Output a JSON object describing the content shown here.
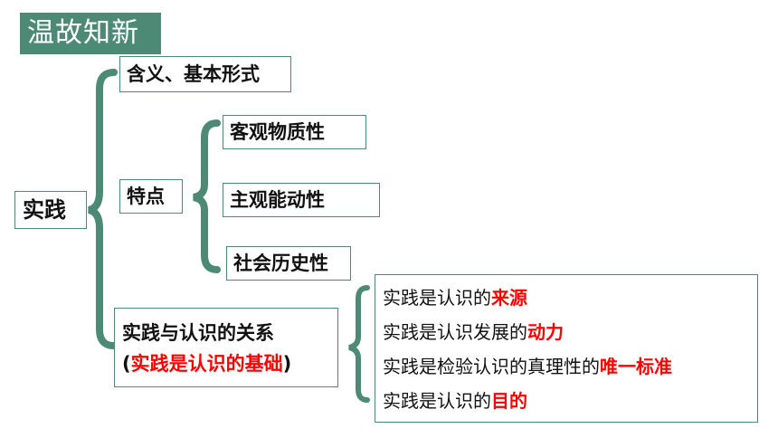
{
  "title": "温故知新",
  "root": "实践",
  "branches": {
    "meaning": "含义、基本形式",
    "features": {
      "label": "特点",
      "items": [
        "客观物质性",
        "主观能动性",
        "社会历史性"
      ]
    },
    "relation": {
      "label": "实践与认识的关系",
      "note_open": "(",
      "note_highlight": "实践是认识的基础",
      "note_close": ")"
    }
  },
  "relation_points": [
    {
      "prefix": "实践是认识的",
      "highlight": "来源"
    },
    {
      "prefix": "实践是认识发展的",
      "highlight": "动力"
    },
    {
      "prefix": "实践是检验认识的真理性的",
      "highlight": "唯一标准"
    },
    {
      "prefix": "实践是认识的",
      "highlight": "目的"
    }
  ],
  "colors": {
    "accent": "#4d8a75",
    "highlight": "#ff0000"
  }
}
